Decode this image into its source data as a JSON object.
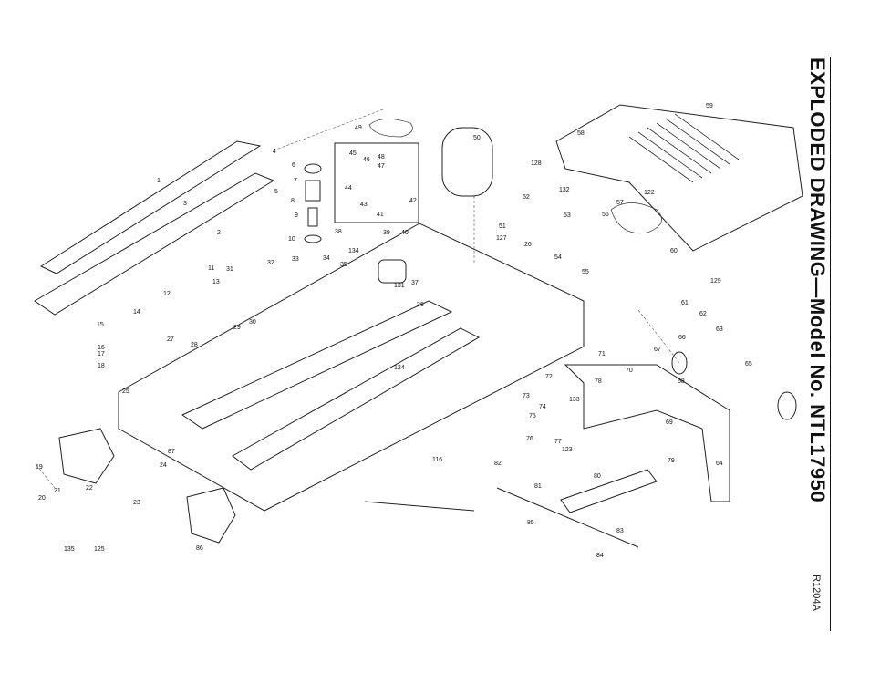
{
  "title": "EXPLODED DRAWING—Model No. NTL17950",
  "drawing_code": "R1204A",
  "callouts": [
    "1",
    "2",
    "3",
    "4",
    "5",
    "6",
    "7",
    "8",
    "9",
    "10",
    "11",
    "12",
    "13",
    "14",
    "15",
    "16",
    "17",
    "18",
    "19",
    "20",
    "21",
    "22",
    "23",
    "24",
    "25",
    "26",
    "27",
    "28",
    "29",
    "30",
    "31",
    "32",
    "33",
    "34",
    "35",
    "36",
    "37",
    "38",
    "39",
    "40",
    "41",
    "42",
    "43",
    "44",
    "45",
    "46",
    "47",
    "48",
    "49",
    "50",
    "51",
    "52",
    "53",
    "54",
    "55",
    "56",
    "57",
    "58",
    "59",
    "60",
    "61",
    "62",
    "63",
    "64",
    "65",
    "66",
    "67",
    "68",
    "69",
    "70",
    "71",
    "72",
    "73",
    "74",
    "75",
    "76",
    "77",
    "78",
    "79",
    "80",
    "81",
    "82",
    "83",
    "84",
    "85",
    "86",
    "87",
    "116",
    "122",
    "123",
    "124",
    "125",
    "127",
    "128",
    "129",
    "131",
    "132",
    "133",
    "134",
    "135"
  ]
}
